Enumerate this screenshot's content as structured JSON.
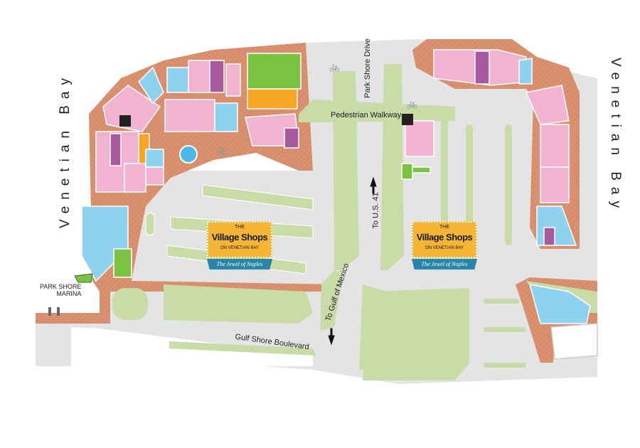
{
  "labels": {
    "bay_left": "Venetian Bay",
    "bay_right": "Venetian Bay",
    "park_shore_drive": "Park Shore Drive",
    "pedestrian_walkway": "Pedestrian Walkway",
    "to_us41": "To U.S. 41",
    "to_gulf": "To Gulf of Mexico",
    "gulf_shore_blvd": "Gulf Shore Boulevard",
    "marina_line1": "PARK SHORE",
    "marina_line2": "MARINA"
  },
  "logo": {
    "the": "THE",
    "name": "Village Shops",
    "subtitle": "ON VENETIAN BAY",
    "tagline": "The Jewel of Naples"
  },
  "icons": [
    "restroom-icon",
    "bicycle-icon",
    "fountain-icon",
    "boat-icon",
    "arrow-up-icon",
    "arrow-down-icon"
  ],
  "colors": {
    "retail": "#f2b3d0",
    "retail_accent": "#a95a9f",
    "dining": "#8fd2f0",
    "services": "#7cc242",
    "other": "#f6a623",
    "walkway": "#d9916f",
    "median": "#c9dba6",
    "pavement": "#e4e4e4"
  }
}
